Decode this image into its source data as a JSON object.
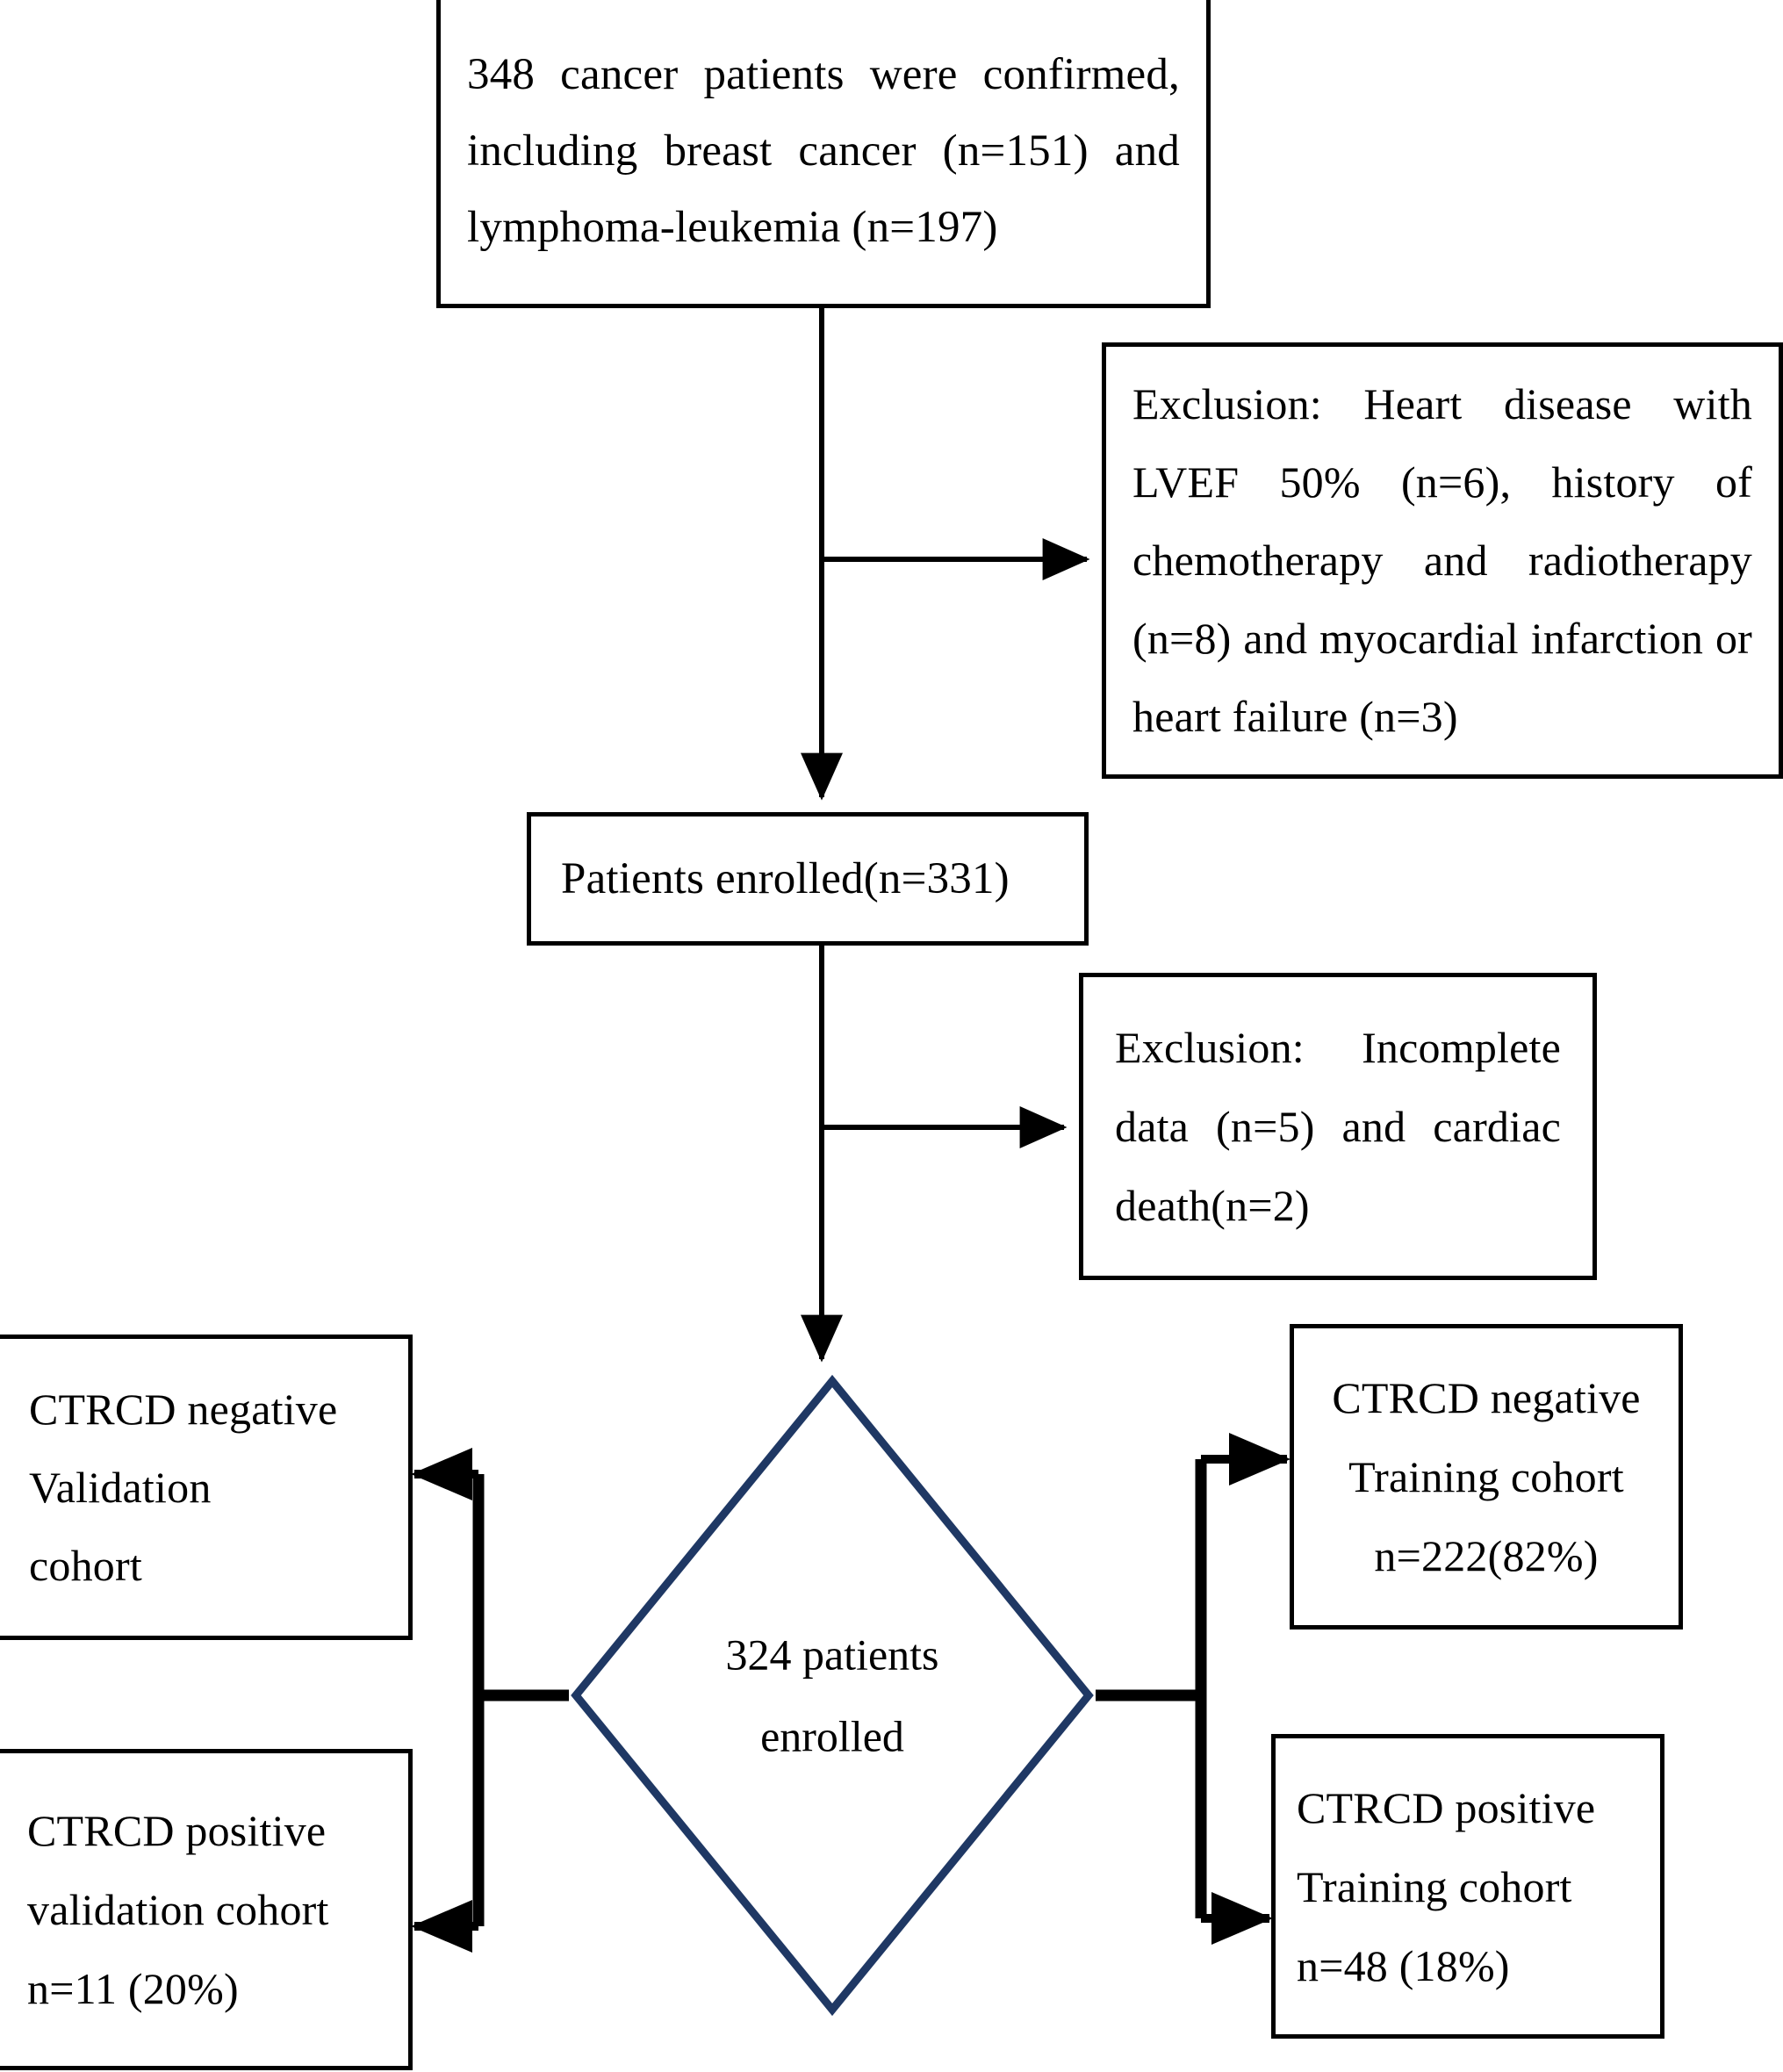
{
  "diagram": {
    "title": "Patient enrollment and cohort allocation flow diagram",
    "type": "flowchart",
    "colors": {
      "box_border": "#000000",
      "decision_border": "#1f3864",
      "connector": "#000000",
      "text": "#000000",
      "background": "#ffffff"
    }
  },
  "nodes": {
    "source": {
      "shape": "rectangle",
      "text": "348 cancer patients were confirmed, including breast cancer (n=151) and lymphoma-leukemia (n=197)",
      "total_n": 348,
      "breast_cancer_n": 151,
      "lymphoma_leukemia_n": 197
    },
    "exclusion1": {
      "shape": "rectangle",
      "text": "Exclusion: Heart disease with LVEF 50% (n=6), history of chemotherapy and radiotherapy (n=8) and myocardial infarction or heart failure (n=3)",
      "reasons": [
        {
          "reason": "Heart disease with LVEF 50%",
          "n": 6
        },
        {
          "reason": "history of chemotherapy and radiotherapy",
          "n": 8
        },
        {
          "reason": "myocardial infarction or heart failure",
          "n": 3
        }
      ]
    },
    "enrolled": {
      "shape": "rectangle",
      "text": "Patients enrolled(n=331)",
      "n": 331
    },
    "exclusion2": {
      "shape": "rectangle",
      "text": "Exclusion: Incomplete data (n=5) and cardiac death(n=2)",
      "reasons": [
        {
          "reason": "Incomplete data",
          "n": 5
        },
        {
          "reason": "cardiac death",
          "n": 2
        }
      ]
    },
    "decision": {
      "shape": "diamond",
      "text": "324 patients\nenrolled",
      "n": 324
    },
    "neg_validation": {
      "shape": "rectangle",
      "text": "CTRCD negative\nValidation\ncohort"
    },
    "pos_validation": {
      "shape": "rectangle",
      "text": "CTRCD positive\nvalidation cohort\nn=11 (20%)",
      "n": 11,
      "percent": "20%"
    },
    "neg_training": {
      "shape": "rectangle",
      "text": "CTRCD negative\nTraining cohort\nn=222(82%)",
      "n": 222,
      "percent": "82%"
    },
    "pos_training": {
      "shape": "rectangle",
      "text": "CTRCD  positive\nTraining    cohort\nn=48 (18%)",
      "n": 48,
      "percent": "18%"
    }
  },
  "edges": [
    {
      "from": "source",
      "to": "enrolled",
      "style": "solid-arrow",
      "direction": "down"
    },
    {
      "from": "source",
      "to": "exclusion1",
      "style": "solid-arrow",
      "direction": "right"
    },
    {
      "from": "enrolled",
      "to": "decision",
      "style": "solid-arrow",
      "direction": "down"
    },
    {
      "from": "enrolled",
      "to": "exclusion2",
      "style": "solid-arrow",
      "direction": "right"
    },
    {
      "from": "decision",
      "to": "neg_validation",
      "style": "solid-arrow",
      "direction": "left-up"
    },
    {
      "from": "decision",
      "to": "pos_validation",
      "style": "solid-arrow",
      "direction": "left-down"
    },
    {
      "from": "decision",
      "to": "neg_training",
      "style": "solid-arrow",
      "direction": "right-up"
    },
    {
      "from": "decision",
      "to": "pos_training",
      "style": "solid-arrow",
      "direction": "right-down"
    }
  ]
}
